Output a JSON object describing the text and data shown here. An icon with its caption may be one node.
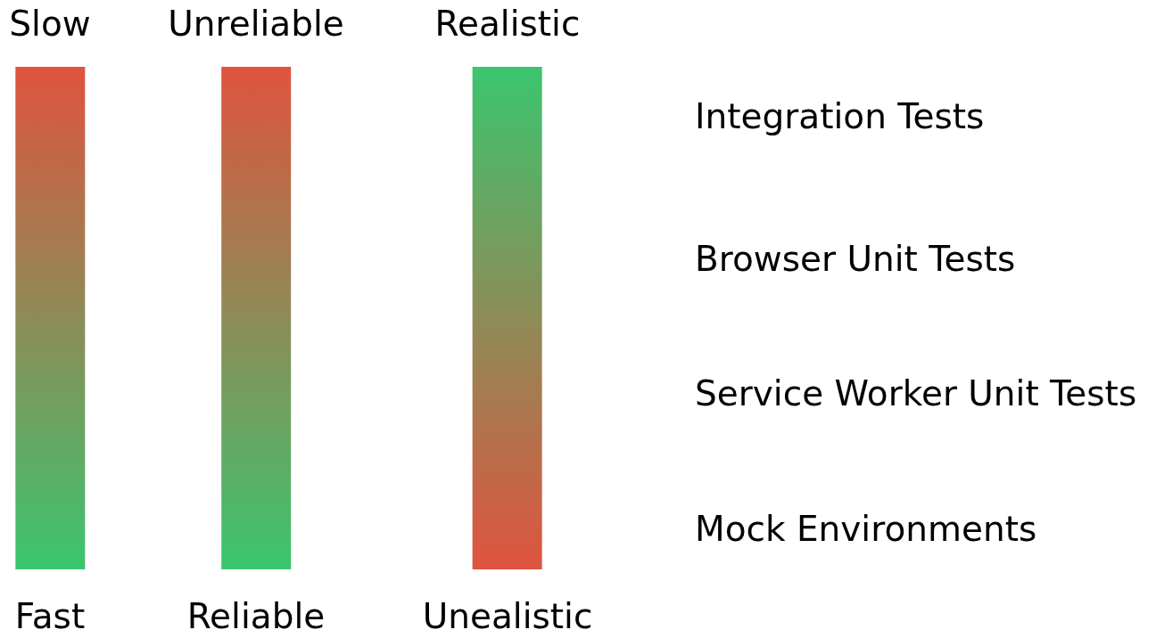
{
  "diagram": {
    "nodes": [
      {
        "text": [
          "Slow",
          "Fast"
        ]
      },
      {
        "text": [
          "Unreliable",
          "Reliable"
        ]
      },
      {
        "text": [
          "Realistic",
          "Unealistic"
        ]
      }
    ],
    "labels": [
      "Integration Tests",
      "Browser Unit Tests",
      "Service Worker Unit Tests",
      "Mock Environments"
    ]
  }
}
